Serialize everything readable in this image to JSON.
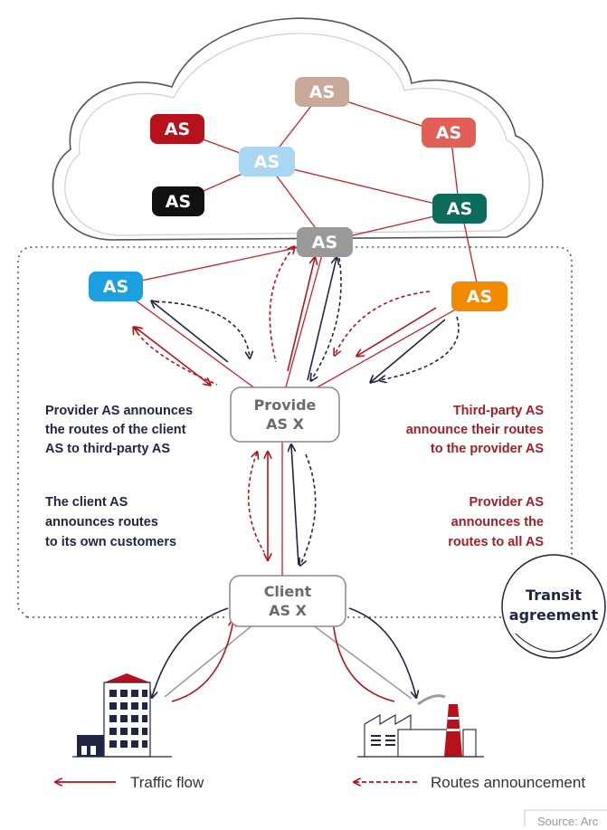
{
  "nodes": {
    "as_beige": {
      "label": "AS",
      "color": "#c9aa9a"
    },
    "as_red": {
      "label": "AS",
      "color": "#b5121b"
    },
    "as_salmon": {
      "label": "AS",
      "color": "#e25f58"
    },
    "as_lightblue": {
      "label": "AS",
      "color": "#a9d6f2"
    },
    "as_black": {
      "label": "AS",
      "color": "#111111"
    },
    "as_teal": {
      "label": "AS",
      "color": "#0d6b5b"
    },
    "as_gray": {
      "label": "AS",
      "color": "#999999"
    },
    "as_blue": {
      "label": "AS",
      "color": "#1ca0e0"
    },
    "as_orange": {
      "label": "AS",
      "color": "#f18a00"
    },
    "provider": {
      "line1": "Provide",
      "line2": "AS X"
    },
    "client": {
      "line1": "Client",
      "line2": "AS X"
    }
  },
  "annotations": {
    "left_top": [
      "Provider AS announces",
      "the routes of the client",
      "AS to third-party AS"
    ],
    "left_bottom": [
      "The client AS",
      "announces routes",
      "to its own customers"
    ],
    "right_top": [
      "Third-party AS",
      "announce their routes",
      "to the provider AS"
    ],
    "right_bottom": [
      "Provider AS",
      "announces the",
      "routes to all AS"
    ]
  },
  "badge": {
    "line1": "Transit",
    "line2": "agreement"
  },
  "legend": {
    "traffic": "Traffic flow",
    "routes": "Routes announcement"
  },
  "source": "Source: Arc",
  "colors": {
    "navy": "#1f2544",
    "red": "#a3202a",
    "line": "#c8202b",
    "gray_line": "#9d9d9d"
  }
}
